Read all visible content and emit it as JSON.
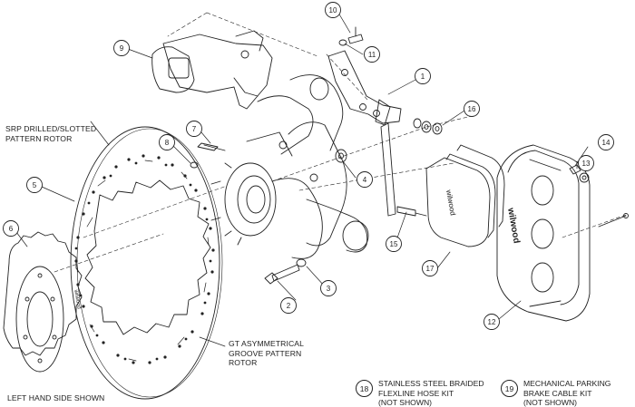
{
  "diagram": {
    "footer_left": "LEFT HAND SIDE SHOWN",
    "labels": {
      "srp_rotor": [
        "SRP DRILLED/SLOTTED",
        "PATTERN ROTOR"
      ],
      "gt_rotor": [
        "GT ASYMMETRICAL",
        "GROOVE PATTERN",
        "ROTOR"
      ]
    },
    "notes": [
      {
        "number": "18",
        "lines": [
          "STAINLESS STEEL BRAIDED",
          "FLEXLINE HOSE KIT",
          "(NOT SHOWN)"
        ]
      },
      {
        "number": "19",
        "lines": [
          "MECHANICAL PARKING",
          "BRAKE CABLE KIT",
          "(NOT SHOWN)"
        ]
      }
    ],
    "callouts": [
      "1",
      "2",
      "3",
      "4",
      "5",
      "6",
      "7",
      "8",
      "9",
      "10",
      "11",
      "12",
      "13",
      "14",
      "15",
      "16",
      "17"
    ],
    "pad_branding": "wilwood",
    "caliper_branding": "wilwood"
  }
}
